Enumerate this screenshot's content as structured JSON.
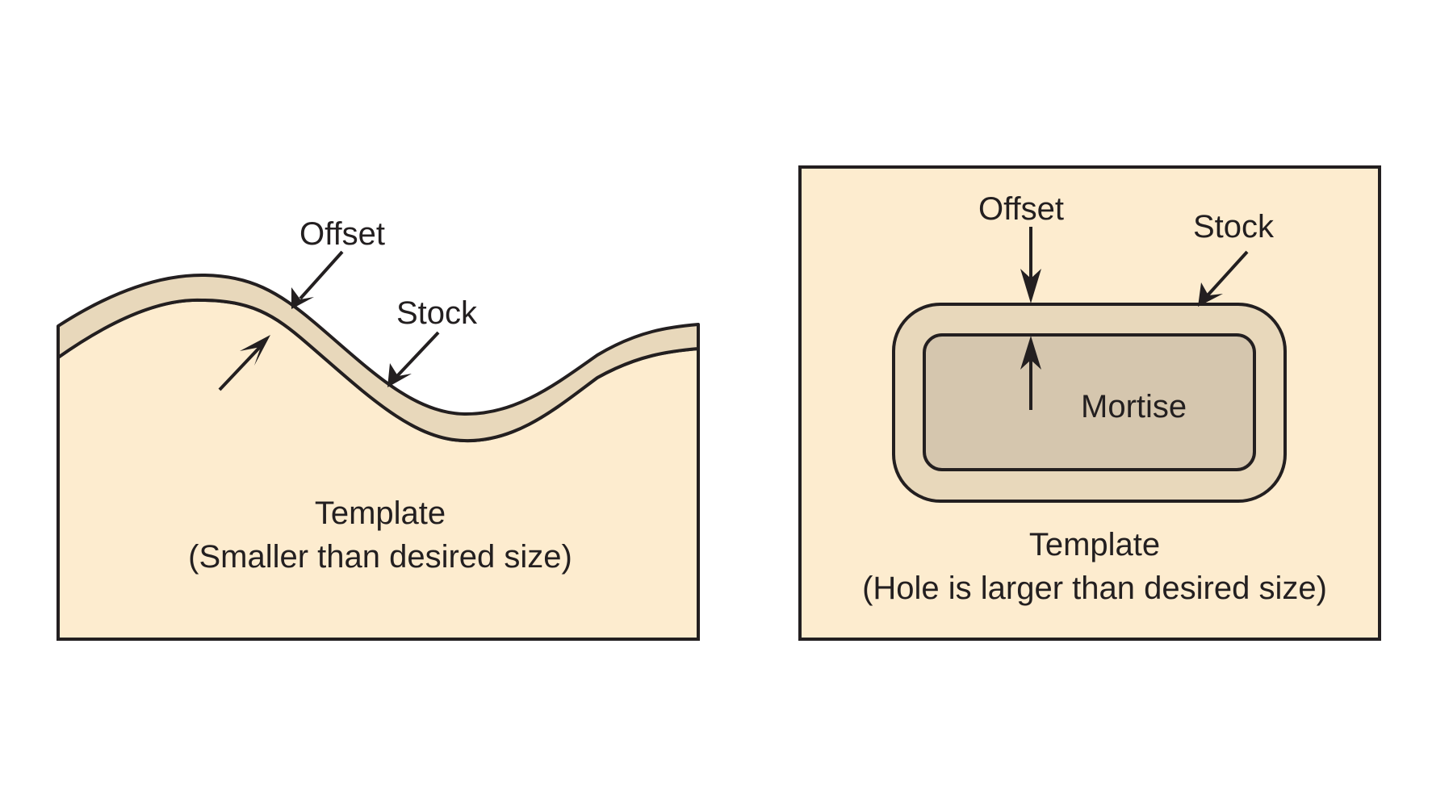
{
  "colors": {
    "template_fill": "#fdeccf",
    "stock_fill": "#e8d8bb",
    "mortise_fill": "#d5c6ae",
    "outline": "#231f20",
    "background": "#ffffff"
  },
  "left_figure": {
    "offset_label": "Offset",
    "stock_label": "Stock",
    "caption_line1": "Template",
    "caption_line2": "(Smaller than desired size)"
  },
  "right_figure": {
    "offset_label": "Offset",
    "stock_label": "Stock",
    "mortise_label": "Mortise",
    "caption_line1": "Template",
    "caption_line2": "(Hole is larger than desired size)"
  }
}
